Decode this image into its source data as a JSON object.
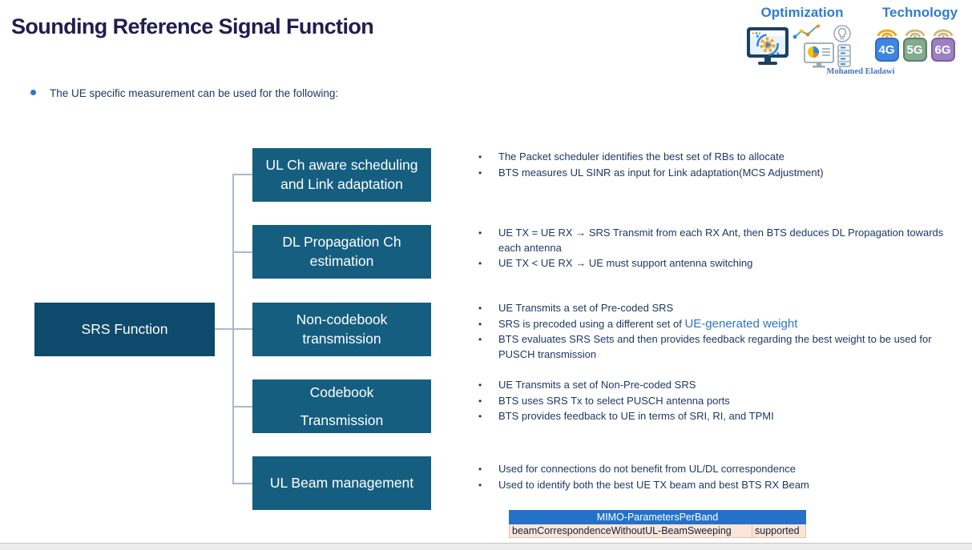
{
  "header": {
    "title": "Sounding Reference Signal Function",
    "intro": "The UE specific measurement can be used for the following:"
  },
  "branding": {
    "optimization": "Optimization",
    "technology": "Technology",
    "author": "Mohamed Eladawi",
    "network_tiles": [
      {
        "label": "4G",
        "bg": "#3d85e0",
        "border": "#2f6fc4",
        "wifi": "#f6a21d"
      },
      {
        "label": "5G",
        "bg": "#84aa90",
        "border": "#5d7f68",
        "wifi": "#cdb87a"
      },
      {
        "label": "6G",
        "bg": "#9c80c1",
        "border": "#7a60a0",
        "wifi": "#cdb87a"
      }
    ]
  },
  "diagram": {
    "root": {
      "label": "SRS Function"
    },
    "branches": [
      {
        "label": "UL Ch aware scheduling\nand Link adaptation",
        "spread": false,
        "bullets": [
          [
            {
              "text": "The Packet scheduler identifies the best set of RBs to allocate"
            }
          ],
          [
            {
              "text": "BTS measures UL SINR as input for Link adaptation(MCS Adjustment)"
            }
          ]
        ]
      },
      {
        "label": "DL Propagation Ch\nestimation",
        "spread": false,
        "bullets": [
          [
            {
              "text": "UE TX = UE RX → SRS Transmit from each RX Ant, then BTS deduces DL Propagation towards\neach antenna"
            }
          ],
          [
            {
              "text": "UE TX < UE RX → UE must support antenna switching"
            }
          ]
        ]
      },
      {
        "label": "Non-codebook\ntransmission",
        "spread": false,
        "bullets": [
          [
            {
              "text": "UE Transmits a set of Pre-coded SRS"
            }
          ],
          [
            {
              "text": "SRS is precoded using a different set of "
            },
            {
              "text": "UE-generated weight",
              "highlight": true
            }
          ],
          [
            {
              "text": "BTS evaluates SRS Sets and then provides feedback regarding the best weight to be used for\nPUSCH transmission"
            }
          ]
        ]
      },
      {
        "label": "Codebook\nTransmission",
        "spread": true,
        "bullets": [
          [
            {
              "text": "UE Transmits a set of Non-Pre-coded SRS"
            }
          ],
          [
            {
              "text": "BTS uses SRS Tx to select PUSCH antenna ports"
            }
          ],
          [
            {
              "text": "BTS provides feedback to UE in terms of SRI, RI, and TPMI"
            }
          ]
        ]
      },
      {
        "label": "UL Beam management",
        "spread": false,
        "bullets": [
          [
            {
              "text": "Used for connections do not benefit from UL/DL correspondence"
            }
          ],
          [
            {
              "text": "Used to identify both the best UE TX beam and best BTS RX Beam"
            }
          ]
        ]
      }
    ]
  },
  "table": {
    "header": "MIMO-ParametersPerBand",
    "param": "beamCorrespondenceWithoutUL-BeamSweeping",
    "value": "supported"
  },
  "colors": {
    "accent_box": "#155e80",
    "root_box": "#0e4a6b",
    "connector": "#a6b9cf",
    "title_ink": "#221d4f",
    "body_text": "#1f3864",
    "highlight": "#2e75c6",
    "brand_blue": "#2e7dd1",
    "author_blue": "#4472c4",
    "table_header_bg": "#2472c8",
    "table_row_bg": "#fbe5d8",
    "table_border": "#e7c0a6"
  }
}
